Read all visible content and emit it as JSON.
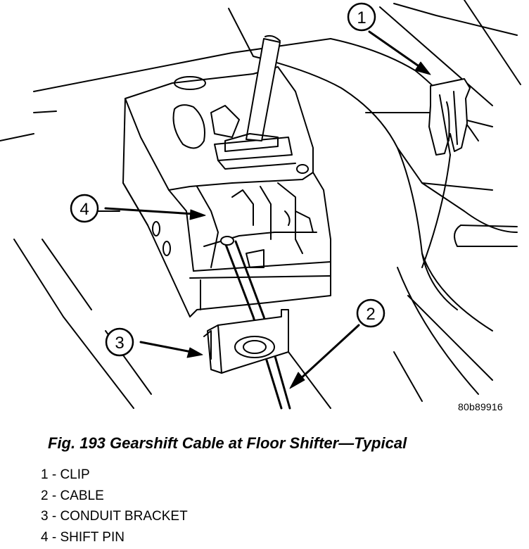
{
  "figure": {
    "reference_code": "80b89916",
    "caption": "Fig. 193 Gearshift Cable at Floor Shifter—Typical"
  },
  "callouts": [
    {
      "number": "1",
      "label": "CLIP"
    },
    {
      "number": "2",
      "label": "CABLE"
    },
    {
      "number": "3",
      "label": "CONDUIT BRACKET"
    },
    {
      "number": "4",
      "label": "SHIFT PIN"
    }
  ],
  "legend": [
    "1 - CLIP",
    "2 - CABLE",
    "3 - CONDUIT BRACKET",
    "4 - SHIFT PIN"
  ]
}
